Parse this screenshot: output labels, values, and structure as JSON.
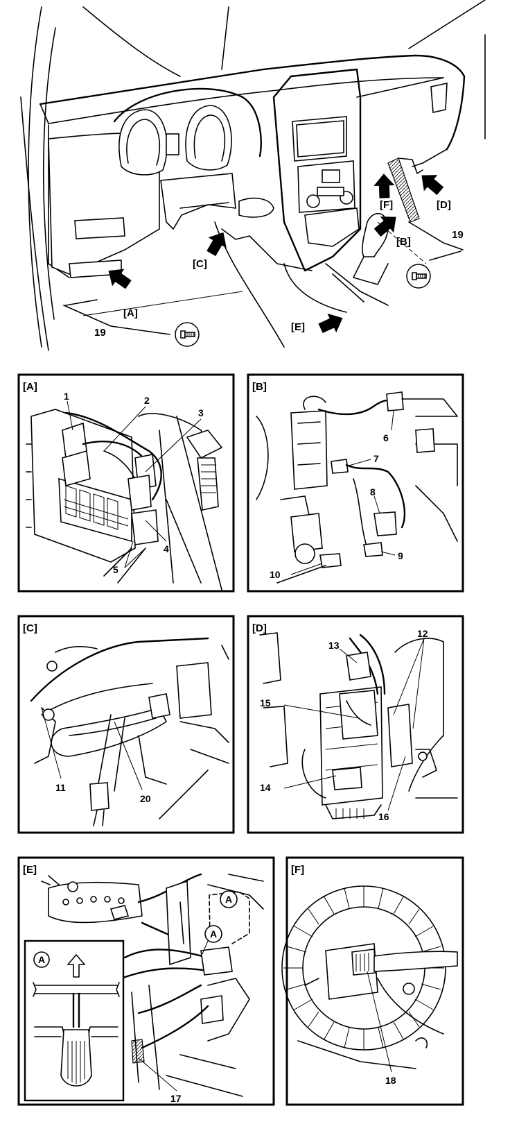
{
  "overview": {
    "view_labels": {
      "A": "[A]",
      "B": "[B]",
      "C": "[C]",
      "D": "[D]",
      "E": "[E]",
      "F": "[F]"
    },
    "bolt_labels": [
      "19",
      "19"
    ]
  },
  "panels": {
    "A": {
      "title": "[A]",
      "callouts": [
        "1",
        "2",
        "3",
        "4",
        "5"
      ]
    },
    "B": {
      "title": "[B]",
      "callouts": [
        "6",
        "7",
        "8",
        "9",
        "10"
      ]
    },
    "C": {
      "title": "[C]",
      "callouts": [
        "11",
        "20"
      ]
    },
    "D": {
      "title": "[D]",
      "callouts": [
        "12",
        "13",
        "15",
        "14",
        "16"
      ]
    },
    "E": {
      "title": "[E]",
      "callouts": [
        "17"
      ],
      "circle_label": "A"
    },
    "F": {
      "title": "[F]",
      "callouts": [
        "18"
      ]
    }
  },
  "icons": [
    "bolt-icon",
    "arrow-icon",
    "clip-detail-icon"
  ]
}
